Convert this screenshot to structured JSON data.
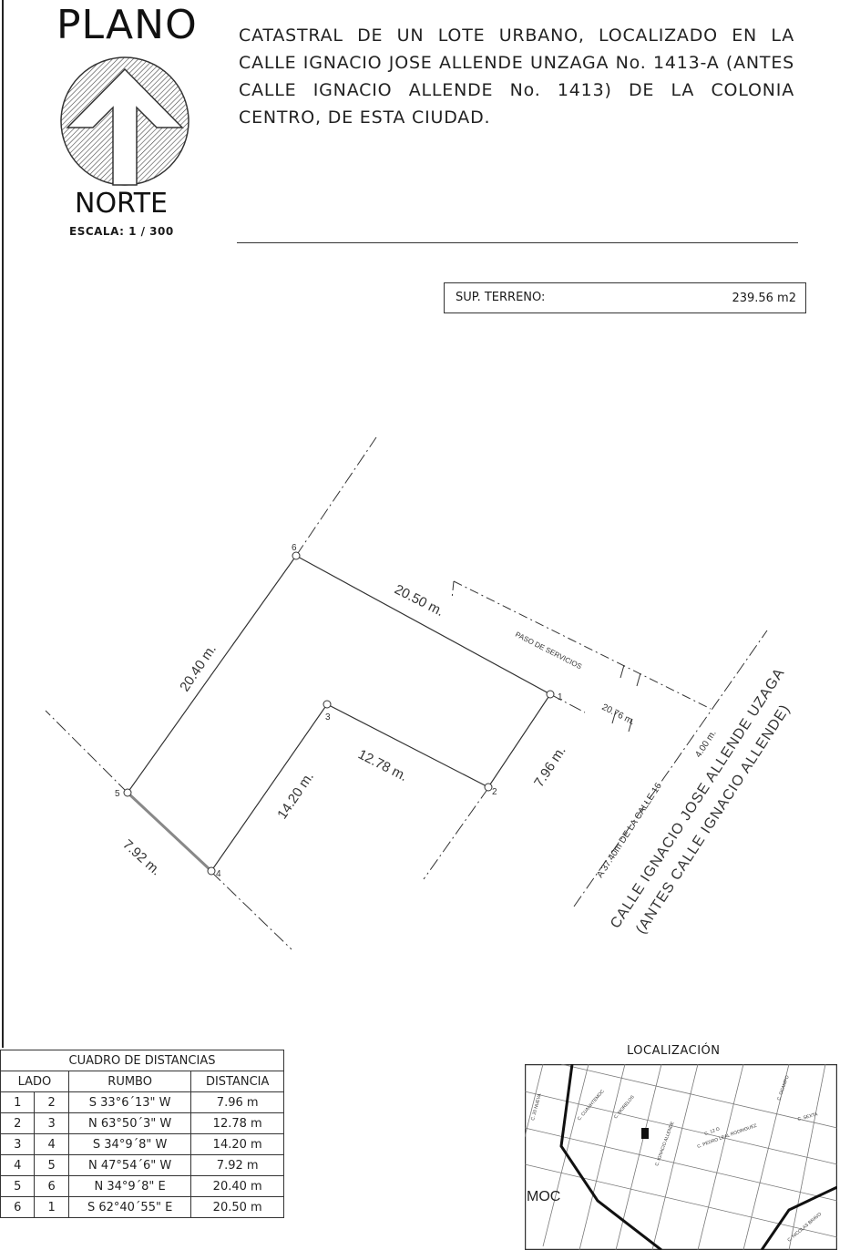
{
  "header": {
    "title": "PLANO",
    "north_label": "NORTE",
    "scale": "ESCALA:  1 / 300"
  },
  "description": "CATASTRAL DE UN LOTE URBANO, LOCALIZADO EN LA CALLE IGNACIO JOSE ALLENDE UNZAGA No. 1413-A (ANTES CALLE IGNACIO ALLENDE No. 1413) DE LA COLONIA CENTRO, DE ESTA CIUDAD.",
  "area": {
    "label": "SUP. TERRENO:",
    "value": "239.56 m2"
  },
  "plan": {
    "vertices": [
      "1",
      "2",
      "3",
      "4",
      "5",
      "6"
    ],
    "dimensions": {
      "side_6_1": "20.50 m.",
      "side_5_6": "20.40 m.",
      "side_1_2": "7.96 m.",
      "side_3_2": "12.78 m.",
      "side_4_3": "14.20 m.",
      "side_5_4": "7.92 m.",
      "to_street": "20.76 m.",
      "servicio_width": "4.00 m."
    },
    "paso_servicios": "PASO DE SERVICIOS",
    "street_distance": "A 37.40m DE LA CALLE 16",
    "street_name": "CALLE IGNACIO JOSE ALLENDE UZAGA",
    "street_old_name": "(ANTES CALLE IGNACIO ALLENDE)"
  },
  "distance_table": {
    "title": "CUADRO DE DISTANCIAS",
    "headers": {
      "lado": "LADO",
      "rumbo": "RUMBO",
      "distancia": "DISTANCIA"
    },
    "rows": [
      {
        "from": "1",
        "to": "2",
        "rumbo": "S 33°6´13\" W",
        "distancia": "7.96 m"
      },
      {
        "from": "2",
        "to": "3",
        "rumbo": "N 63°50´3\" W",
        "distancia": "12.78 m"
      },
      {
        "from": "3",
        "to": "4",
        "rumbo": "S 34°9´8\" W",
        "distancia": "14.20 m"
      },
      {
        "from": "4",
        "to": "5",
        "rumbo": "N 47°54´6\" W",
        "distancia": "7.92 m"
      },
      {
        "from": "5",
        "to": "6",
        "rumbo": "N 34°9´8\" E",
        "distancia": "20.40 m"
      },
      {
        "from": "6",
        "to": "1",
        "rumbo": "S 62°40´55\" E",
        "distancia": "20.50 m"
      }
    ]
  },
  "location": {
    "title": "LOCALIZACIÓN",
    "map_label": "MOC",
    "streets": [
      "C. 20 NUEVA",
      "C. CUAUHTEMOC",
      "C. MORELOS",
      "C. IGNACIO ALLENDE",
      "C. 12 O",
      "C. PEDRO LEAL RODRIGUEZ",
      "C. OCAMPO",
      "C. SEXTA",
      "C. NICOLAS BRAVO"
    ]
  }
}
